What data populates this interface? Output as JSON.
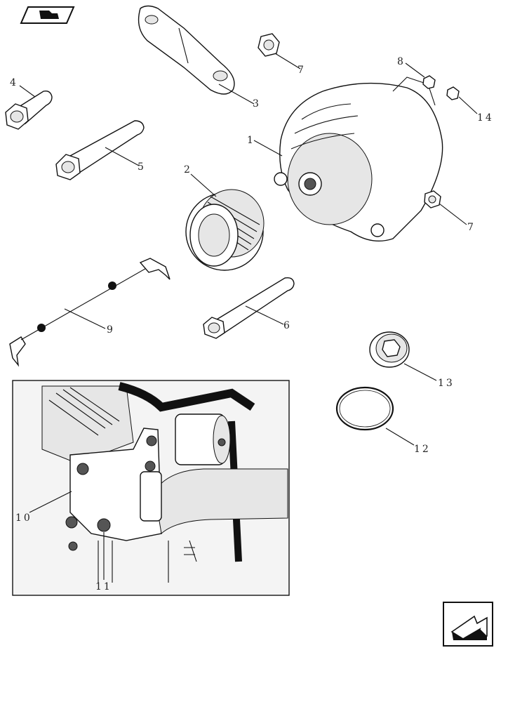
{
  "callouts": {
    "c1": "1",
    "c2": "2",
    "c3": "3",
    "c4": "4",
    "c5": "5",
    "c6": "6",
    "c7a": "7",
    "c7b": "7",
    "c8": "8",
    "c9": "9",
    "c10": "10",
    "c11": "11",
    "c12": "12",
    "c13": "13",
    "c14": "14"
  },
  "icons": {
    "top_left": "book-page-icon",
    "bottom_right": "next-page-arrow-icon"
  }
}
